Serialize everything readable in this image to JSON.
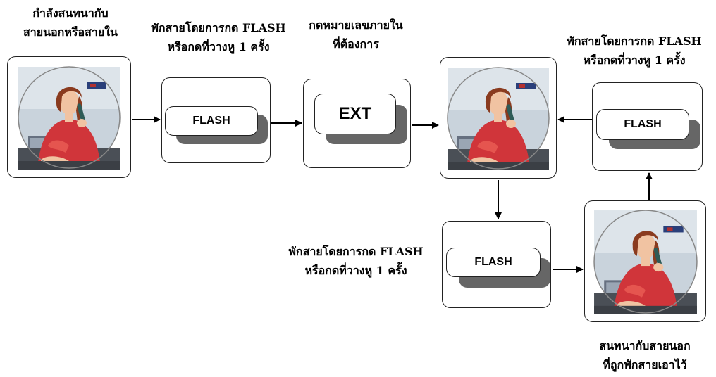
{
  "captions": {
    "start": [
      "กำลังสนทนากับ",
      "สายนอกหรือสายใน"
    ],
    "flash_top_left": [
      "พักสายโดยการกด FLASH",
      "หรือกดที่วางหู 1 ครั้ง"
    ],
    "dial_ext": [
      "กดหมายเลขภายใน",
      "ที่ต้องการ"
    ],
    "flash_top_right": [
      "พักสายโดยการกด FLASH",
      "หรือกดที่วางหู 1 ครั้ง"
    ],
    "flash_bottom": [
      "พักสายโดยการกด FLASH",
      "หรือกดที่วางหู 1 ครั้ง"
    ],
    "held_call": [
      "สนทนากับสายนอก",
      "ที่ถูกพักสายเอาไว้"
    ]
  },
  "keys": {
    "flash_1": "FLASH",
    "ext": "EXT",
    "flash_2": "FLASH",
    "flash_3": "FLASH"
  },
  "colors": {
    "photo_bg": "#c9d3dc",
    "jacket": "#d0353a",
    "hair": "#8a3b1f",
    "skin": "#f1c3a2",
    "shadow_key": "#666666"
  }
}
